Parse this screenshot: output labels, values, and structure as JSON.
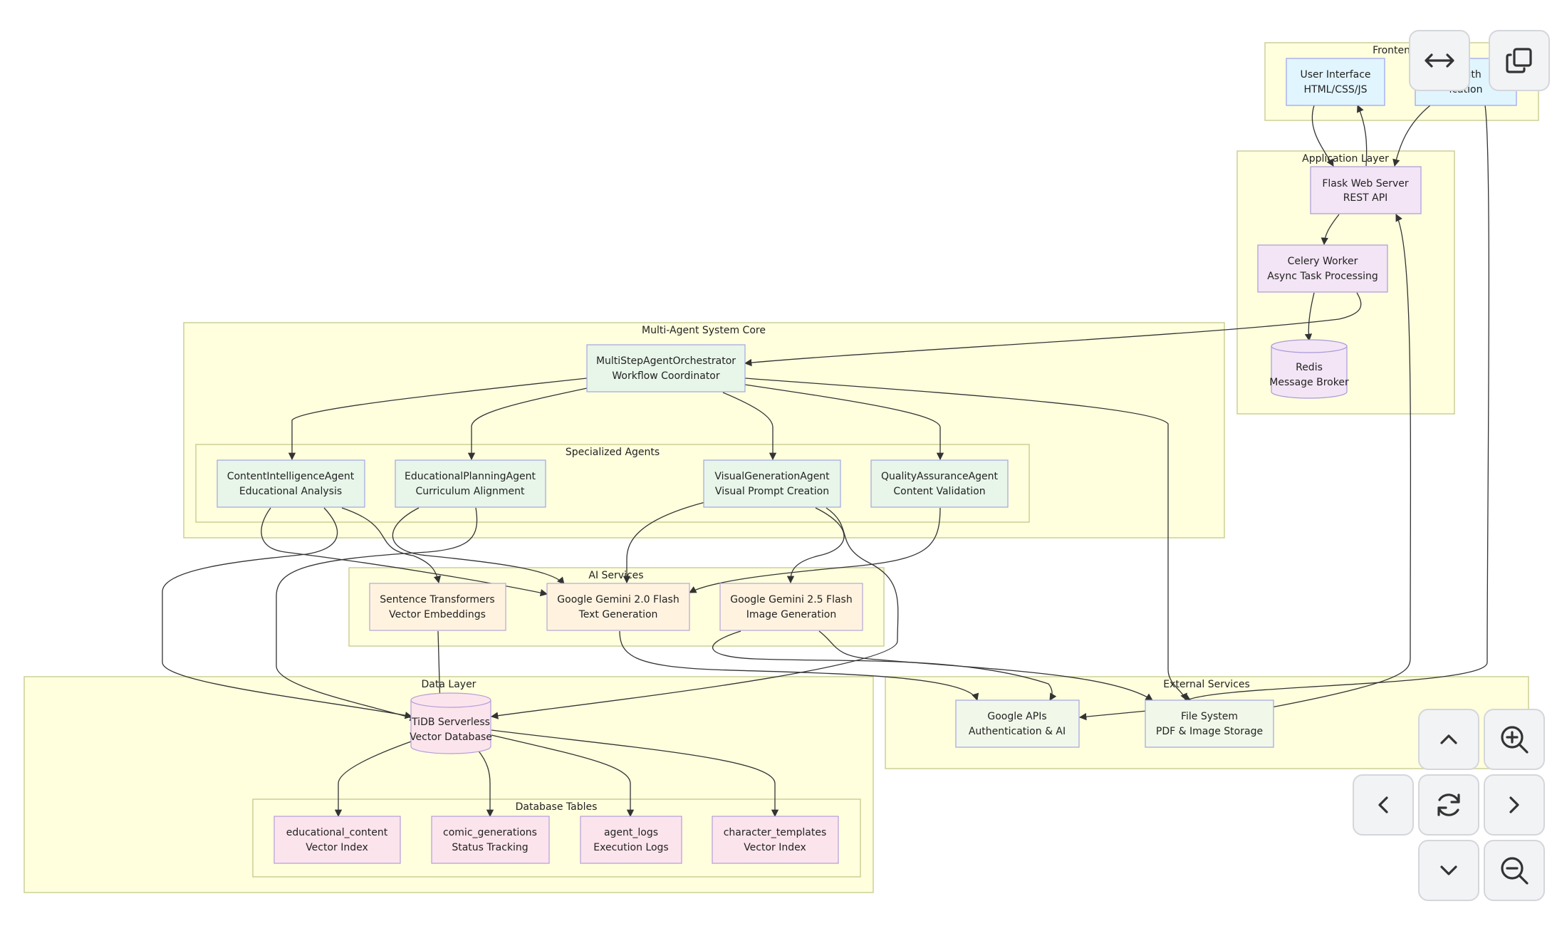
{
  "colors": {
    "cluster_fill": "#ffffde",
    "cluster_border": "#c9cc8f",
    "frontend_fill": "#e1f5fe",
    "frontend_border": "#9aa0f0",
    "app_fill": "#f3e5f5",
    "app_border": "#a99ad9",
    "agent_fill": "#e8f5e9",
    "agent_border": "#a0a6e0",
    "ai_fill": "#fff3e0",
    "ai_border": "#b3a6d6",
    "data_fill": "#fce4ec",
    "data_border": "#b39ddb",
    "ext_fill": "#f1f8e9",
    "ext_border": "#a0a6e0",
    "edge": "#333333"
  },
  "clusters": {
    "frontend": "Frontend",
    "application": "Application Layer",
    "core": "Multi-Agent System Core",
    "specialized": "Specialized Agents",
    "ai": "AI Services",
    "data": "Data Layer",
    "tables": "Database Tables",
    "external": "External Services"
  },
  "nodes": {
    "ui": {
      "line1": "User Interface",
      "line2": "HTML/CSS/JS"
    },
    "oauth": {
      "line1": "OAuth",
      "line2": "ication"
    },
    "flask": {
      "line1": "Flask Web Server",
      "line2": "REST API"
    },
    "celery": {
      "line1": "Celery Worker",
      "line2": "Async Task Processing"
    },
    "redis": {
      "line1": "Redis",
      "line2": "Message Broker"
    },
    "orchestrator": {
      "line1": "MultiStepAgentOrchestrator",
      "line2": "Workflow Coordinator"
    },
    "content_agent": {
      "line1": "ContentIntelligenceAgent",
      "line2": "Educational Analysis"
    },
    "planning_agent": {
      "line1": "EducationalPlanningAgent",
      "line2": "Curriculum Alignment"
    },
    "visual_agent": {
      "line1": "VisualGenerationAgent",
      "line2": "Visual Prompt Creation"
    },
    "qa_agent": {
      "line1": "QualityAssuranceAgent",
      "line2": "Content Validation"
    },
    "sentence": {
      "line1": "Sentence Transformers",
      "line2": "Vector Embeddings"
    },
    "gemini20": {
      "line1": "Google Gemini 2.0 Flash",
      "line2": "Text Generation"
    },
    "gemini25": {
      "line1": "Google Gemini 2.5 Flash",
      "line2": "Image Generation"
    },
    "tidb": {
      "line1": "TiDB Serverless",
      "line2": "Vector Database"
    },
    "educational_content": {
      "line1": "educational_content",
      "line2": "Vector Index"
    },
    "comic_generations": {
      "line1": "comic_generations",
      "line2": "Status Tracking"
    },
    "agent_logs": {
      "line1": "agent_logs",
      "line2": "Execution Logs"
    },
    "character_templates": {
      "line1": "character_templates",
      "line2": "Vector Index"
    },
    "google_apis": {
      "line1": "Google APIs",
      "line2": "Authentication & AI"
    },
    "file_system": {
      "line1": "File System",
      "line2": "PDF & Image Storage"
    }
  },
  "controls": {
    "fit_width": "arrows-horizontal-icon",
    "copy": "copy-icon",
    "pan_up": "chevron-up-icon",
    "zoom_in": "zoom-in-icon",
    "pan_left": "chevron-left-icon",
    "reset": "refresh-icon",
    "pan_right": "chevron-right-icon",
    "pan_down": "chevron-down-icon",
    "zoom_out": "zoom-out-icon"
  }
}
